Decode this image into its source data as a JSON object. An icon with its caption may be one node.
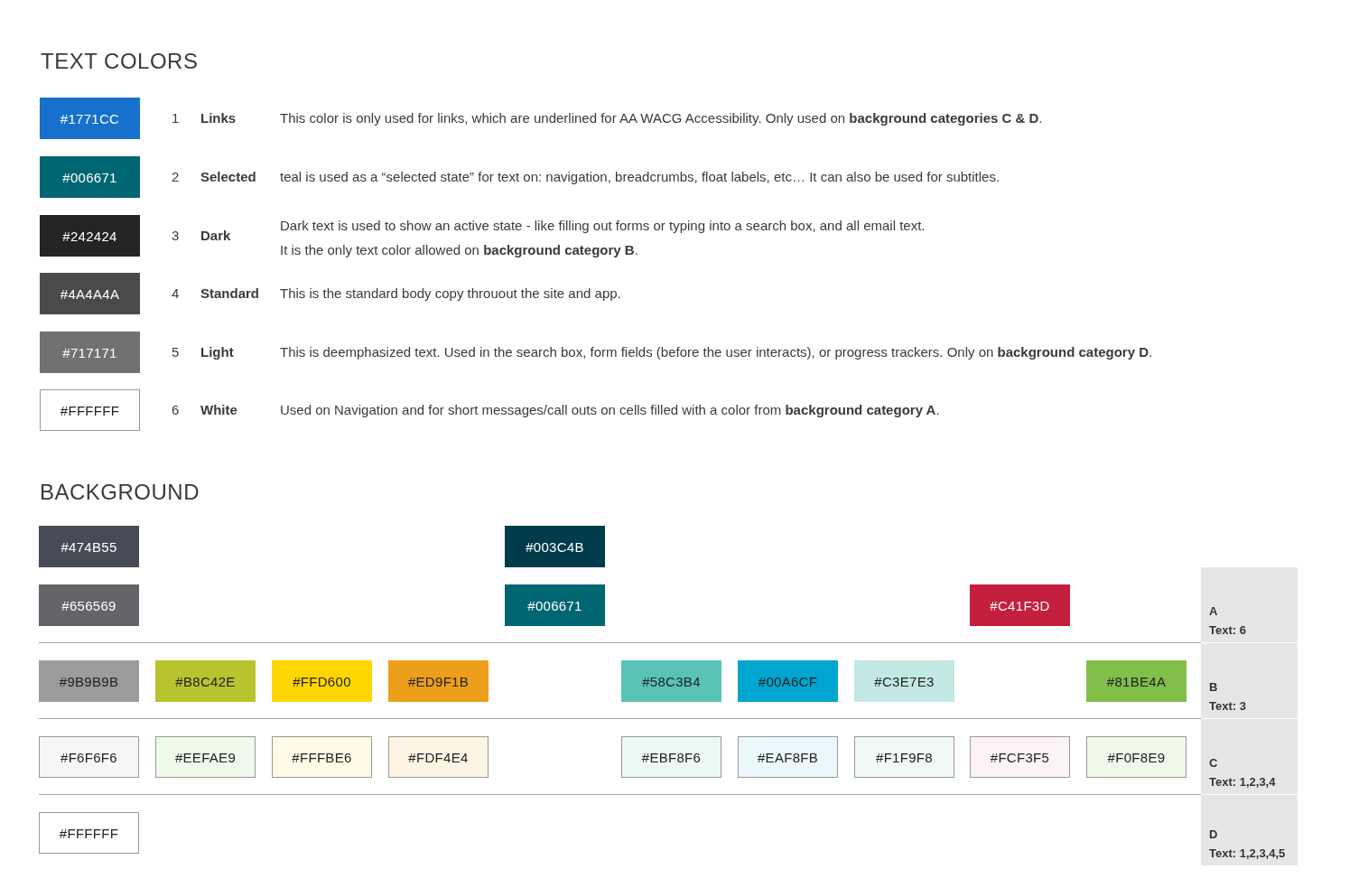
{
  "diagram": {
    "nodes": [
      {
        "text": [
          "#1771CC"
        ]
      },
      {
        "text": [
          "#006671"
        ]
      },
      {
        "text": [
          "#242424"
        ]
      },
      {
        "text": [
          "#4A4A4A"
        ]
      },
      {
        "text": [
          "#717171"
        ]
      },
      {
        "text": [
          "#FFFFFF"
        ]
      },
      {
        "text": [
          "#474B55"
        ]
      },
      {
        "text": [
          "#003C4B"
        ]
      },
      {
        "text": [
          "#656569"
        ]
      },
      {
        "text": [
          "#006671"
        ]
      },
      {
        "text": [
          "#C41F3D"
        ]
      },
      {
        "text": [
          "A",
          "Text: 6"
        ]
      },
      {
        "text": [
          "#9B9B9B"
        ]
      },
      {
        "text": [
          "#B8C42E"
        ]
      },
      {
        "text": [
          "#FFD600"
        ]
      },
      {
        "text": [
          "#ED9F1B"
        ]
      },
      {
        "text": [
          "#58C3B4"
        ]
      },
      {
        "text": [
          "#00A6CF"
        ]
      },
      {
        "text": [
          "#C3E7E3"
        ]
      },
      {
        "text": [
          "#81BE4A"
        ]
      },
      {
        "text": [
          "B",
          "Text: 3"
        ]
      },
      {
        "text": [
          "#F6F6F6"
        ]
      },
      {
        "text": [
          "#EEFAE9"
        ]
      },
      {
        "text": [
          "#FFFBE6"
        ]
      },
      {
        "text": [
          "#FDF4E4"
        ]
      },
      {
        "text": [
          "#EBF8F6"
        ]
      },
      {
        "text": [
          "#EAF8FB"
        ]
      },
      {
        "text": [
          "#F1F9F8"
        ]
      },
      {
        "text": [
          "#FCF3F5"
        ]
      },
      {
        "text": [
          "#F0F8E9"
        ]
      },
      {
        "text": [
          "C",
          "Text: 1,2,3,4"
        ]
      },
      {
        "text": [
          "#FFFFFF"
        ]
      },
      {
        "text": [
          "D",
          "Text: 1,2,3,4,5"
        ]
      }
    ],
    "labels": [
      "TEXT COLORS",
      "1",
      "Links",
      "This color is only used for links, which are underlined for AA WACG Accessibility. Only used on **background categories C & D**.",
      "2",
      "Selected",
      "teal is used as a “selected state” for text on: navigation, breadcrumbs, float labels, etc… It can also be used for subtitles.",
      "3",
      "Dark",
      "Dark text is used to show an active state - like filling out forms or typing into a search box, and all email text.",
      "It is the only text color allowed on **background category B**.",
      "4",
      "Standard",
      "This is the standard body copy throuout the site and app.",
      "5",
      "Light",
      "This is deemphasized text. Used in the search box, form fields (before the user interacts), or progress trackers. Only on **background category D**.",
      "6",
      "White",
      "Used on Navigation and for short messages/call outs on cells filled with a color from **background category A**.",
      "BACKGROUND"
    ]
  }
}
